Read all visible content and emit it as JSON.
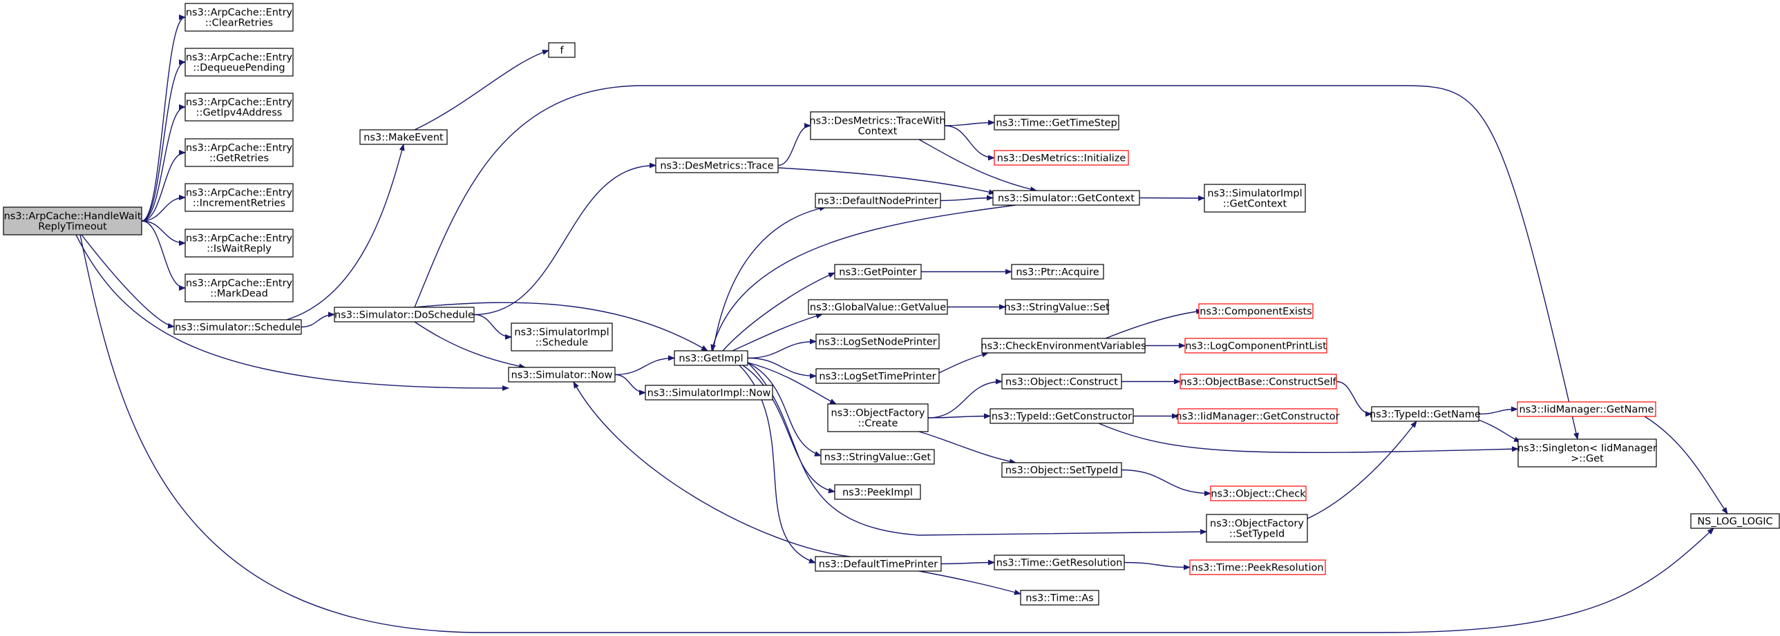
{
  "graph": {
    "colors": {
      "edge": "#191970",
      "node_border": "#000000",
      "external_border": "#ff0000",
      "root_fill": "#bfbfbf",
      "node_fill": "#ffffff"
    },
    "nodes": [
      {
        "id": "root",
        "lines": [
          "ns3::ArpCache::HandleWait",
          "ReplyTimeout"
        ],
        "kind": "root"
      },
      {
        "id": "clearretries",
        "lines": [
          "ns3::ArpCache::Entry",
          "::ClearRetries"
        ],
        "kind": "normal"
      },
      {
        "id": "dequeuepending",
        "lines": [
          "ns3::ArpCache::Entry",
          "::DequeuePending"
        ],
        "kind": "normal"
      },
      {
        "id": "getipv4",
        "lines": [
          "ns3::ArpCache::Entry",
          "::GetIpv4Address"
        ],
        "kind": "normal"
      },
      {
        "id": "getretries",
        "lines": [
          "ns3::ArpCache::Entry",
          "::GetRetries"
        ],
        "kind": "normal"
      },
      {
        "id": "incretries",
        "lines": [
          "ns3::ArpCache::Entry",
          "::IncrementRetries"
        ],
        "kind": "normal"
      },
      {
        "id": "iswaitreply",
        "lines": [
          "ns3::ArpCache::Entry",
          "::IsWaitReply"
        ],
        "kind": "normal"
      },
      {
        "id": "markdead",
        "lines": [
          "ns3::ArpCache::Entry",
          "::MarkDead"
        ],
        "kind": "normal"
      },
      {
        "id": "schedule",
        "lines": [
          "ns3::Simulator::Schedule"
        ],
        "kind": "normal"
      },
      {
        "id": "simnow",
        "lines": [
          "ns3::Simulator::Now"
        ],
        "kind": "normal"
      },
      {
        "id": "nslog",
        "lines": [
          "NS_LOG_LOGIC"
        ],
        "kind": "normal"
      },
      {
        "id": "makeevent",
        "lines": [
          "ns3::MakeEvent"
        ],
        "kind": "normal"
      },
      {
        "id": "f",
        "lines": [
          "f"
        ],
        "kind": "normal"
      },
      {
        "id": "doschedule",
        "lines": [
          "ns3::Simulator::DoSchedule"
        ],
        "kind": "normal"
      },
      {
        "id": "simimplschedule",
        "lines": [
          "ns3::SimulatorImpl",
          "::Schedule"
        ],
        "kind": "normal"
      },
      {
        "id": "simimplnow",
        "lines": [
          "ns3::SimulatorImpl::Now"
        ],
        "kind": "normal"
      },
      {
        "id": "desmetricstrace",
        "lines": [
          "ns3::DesMetrics::Trace"
        ],
        "kind": "normal"
      },
      {
        "id": "getimpl",
        "lines": [
          "ns3::GetImpl"
        ],
        "kind": "normal"
      },
      {
        "id": "tracewithctx",
        "lines": [
          "ns3::DesMetrics::TraceWith",
          "Context"
        ],
        "kind": "normal"
      },
      {
        "id": "gettimestep",
        "lines": [
          "ns3::Time::GetTimeStep"
        ],
        "kind": "normal"
      },
      {
        "id": "desinit",
        "lines": [
          "ns3::DesMetrics::Initialize"
        ],
        "kind": "external"
      },
      {
        "id": "getcontext",
        "lines": [
          "ns3::Simulator::GetContext"
        ],
        "kind": "normal"
      },
      {
        "id": "simimplgetctx",
        "lines": [
          "ns3::SimulatorImpl",
          "::GetContext"
        ],
        "kind": "normal"
      },
      {
        "id": "defnodeprinter",
        "lines": [
          "ns3::DefaultNodePrinter"
        ],
        "kind": "normal"
      },
      {
        "id": "getpointer",
        "lines": [
          "ns3::GetPointer"
        ],
        "kind": "normal"
      },
      {
        "id": "ptracquire",
        "lines": [
          "ns3::Ptr::Acquire"
        ],
        "kind": "normal"
      },
      {
        "id": "gvgetvalue",
        "lines": [
          "ns3::GlobalValue::GetValue"
        ],
        "kind": "normal"
      },
      {
        "id": "svset",
        "lines": [
          "ns3::StringValue::Set"
        ],
        "kind": "normal"
      },
      {
        "id": "logsetnode",
        "lines": [
          "ns3::LogSetNodePrinter"
        ],
        "kind": "normal"
      },
      {
        "id": "logsettime",
        "lines": [
          "ns3::LogSetTimePrinter"
        ],
        "kind": "normal"
      },
      {
        "id": "checkenv",
        "lines": [
          "ns3::CheckEnvironmentVariables"
        ],
        "kind": "normal"
      },
      {
        "id": "compexists",
        "lines": [
          "ns3::ComponentExists"
        ],
        "kind": "external"
      },
      {
        "id": "logcompprint",
        "lines": [
          "ns3::LogComponentPrintList"
        ],
        "kind": "external"
      },
      {
        "id": "objfactcreate",
        "lines": [
          "ns3::ObjectFactory",
          "::Create"
        ],
        "kind": "normal"
      },
      {
        "id": "objconstruct",
        "lines": [
          "ns3::Object::Construct"
        ],
        "kind": "normal"
      },
      {
        "id": "objbaseconstruct",
        "lines": [
          "ns3::ObjectBase::ConstructSelf"
        ],
        "kind": "external"
      },
      {
        "id": "typeidgetctor",
        "lines": [
          "ns3::TypeId::GetConstructor"
        ],
        "kind": "normal"
      },
      {
        "id": "iidmgrgetctor",
        "lines": [
          "ns3::IidManager::GetConstructor"
        ],
        "kind": "external"
      },
      {
        "id": "typeidgetname",
        "lines": [
          "ns3::TypeId::GetName"
        ],
        "kind": "normal"
      },
      {
        "id": "iidmgrgetname",
        "lines": [
          "ns3::IidManager::GetName"
        ],
        "kind": "external"
      },
      {
        "id": "singletonget",
        "lines": [
          "ns3::Singleton< IidManager",
          " >::Get"
        ],
        "kind": "normal"
      },
      {
        "id": "svget",
        "lines": [
          "ns3::StringValue::Get"
        ],
        "kind": "normal"
      },
      {
        "id": "objsettypeid",
        "lines": [
          "ns3::Object::SetTypeId"
        ],
        "kind": "normal"
      },
      {
        "id": "objcheck",
        "lines": [
          "ns3::Object::Check"
        ],
        "kind": "external"
      },
      {
        "id": "peekimpl",
        "lines": [
          "ns3::PeekImpl"
        ],
        "kind": "normal"
      },
      {
        "id": "objfactsettypeid",
        "lines": [
          "ns3::ObjectFactory",
          "::SetTypeId"
        ],
        "kind": "normal"
      },
      {
        "id": "deftimeprinter",
        "lines": [
          "ns3::DefaultTimePrinter"
        ],
        "kind": "normal"
      },
      {
        "id": "timegetres",
        "lines": [
          "ns3::Time::GetResolution"
        ],
        "kind": "normal"
      },
      {
        "id": "timepeekres",
        "lines": [
          "ns3::Time::PeekResolution"
        ],
        "kind": "external"
      },
      {
        "id": "timeas",
        "lines": [
          "ns3::Time::As"
        ],
        "kind": "normal"
      }
    ],
    "edges": [
      [
        "root",
        "clearretries"
      ],
      [
        "root",
        "dequeuepending"
      ],
      [
        "root",
        "getipv4"
      ],
      [
        "root",
        "getretries"
      ],
      [
        "root",
        "incretries"
      ],
      [
        "root",
        "iswaitreply"
      ],
      [
        "root",
        "markdead"
      ],
      [
        "root",
        "schedule"
      ],
      [
        "root",
        "simnow"
      ],
      [
        "root",
        "nslog"
      ],
      [
        "schedule",
        "makeevent"
      ],
      [
        "schedule",
        "doschedule"
      ],
      [
        "makeevent",
        "f"
      ],
      [
        "doschedule",
        "desmetricstrace"
      ],
      [
        "doschedule",
        "getimpl"
      ],
      [
        "doschedule",
        "simimplschedule"
      ],
      [
        "doschedule",
        "simnow"
      ],
      [
        "doschedule",
        "singletonget"
      ],
      [
        "simnow",
        "getimpl"
      ],
      [
        "simnow",
        "simimplnow"
      ],
      [
        "desmetricstrace",
        "tracewithctx"
      ],
      [
        "desmetricstrace",
        "getcontext"
      ],
      [
        "tracewithctx",
        "gettimestep"
      ],
      [
        "tracewithctx",
        "desinit"
      ],
      [
        "tracewithctx",
        "getcontext"
      ],
      [
        "getcontext",
        "simimplgetctx"
      ],
      [
        "getcontext",
        "getimpl"
      ],
      [
        "getimpl",
        "defnodeprinter"
      ],
      [
        "getimpl",
        "getpointer"
      ],
      [
        "getimpl",
        "gvgetvalue"
      ],
      [
        "getimpl",
        "logsetnode"
      ],
      [
        "getimpl",
        "logsettime"
      ],
      [
        "getimpl",
        "objfactcreate"
      ],
      [
        "getimpl",
        "svget"
      ],
      [
        "getimpl",
        "peekimpl"
      ],
      [
        "getimpl",
        "objfactsettypeid"
      ],
      [
        "getimpl",
        "deftimeprinter"
      ],
      [
        "defnodeprinter",
        "getcontext"
      ],
      [
        "getpointer",
        "ptracquire"
      ],
      [
        "gvgetvalue",
        "svset"
      ],
      [
        "logsettime",
        "checkenv"
      ],
      [
        "checkenv",
        "compexists"
      ],
      [
        "checkenv",
        "logcompprint"
      ],
      [
        "objfactcreate",
        "objconstruct"
      ],
      [
        "objfactcreate",
        "typeidgetctor"
      ],
      [
        "objfactcreate",
        "objsettypeid"
      ],
      [
        "objconstruct",
        "objbaseconstruct"
      ],
      [
        "objbaseconstruct",
        "typeidgetname"
      ],
      [
        "typeidgetctor",
        "iidmgrgetctor"
      ],
      [
        "typeidgetctor",
        "singletonget"
      ],
      [
        "typeidgetname",
        "iidmgrgetname"
      ],
      [
        "typeidgetname",
        "singletonget"
      ],
      [
        "iidmgrgetname",
        "nslog"
      ],
      [
        "objsettypeid",
        "objcheck"
      ],
      [
        "objfactsettypeid",
        "typeidgetname"
      ],
      [
        "deftimeprinter",
        "simnow"
      ],
      [
        "deftimeprinter",
        "timegetres"
      ],
      [
        "deftimeprinter",
        "timeas"
      ],
      [
        "timegetres",
        "timepeekres"
      ]
    ]
  }
}
